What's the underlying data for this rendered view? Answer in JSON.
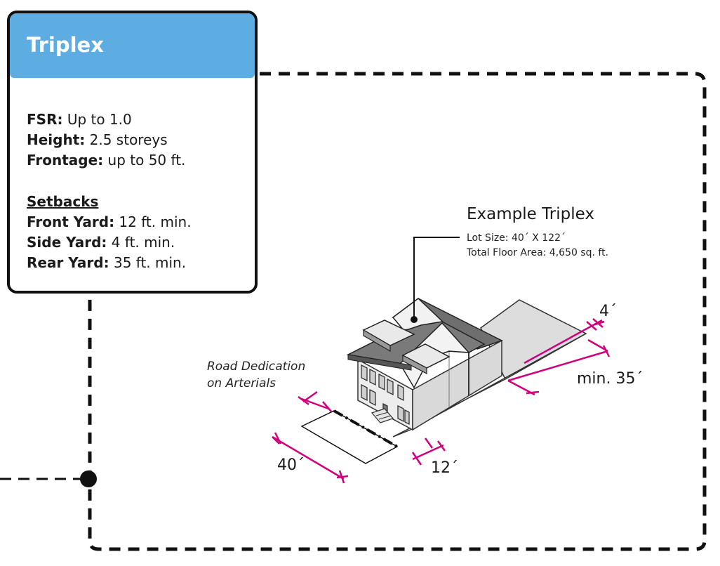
{
  "card": {
    "title": "Triplex",
    "stats": [
      {
        "label": "FSR:",
        "value": " Up to 1.0"
      },
      {
        "label": "Height:",
        "value": " 2.5 storeys"
      },
      {
        "label": "Frontage:",
        "value": " up to 50 ft."
      }
    ],
    "setbacks_heading": "Setbacks",
    "setbacks": [
      {
        "label": "Front Yard:",
        "value": " 12 ft. min."
      },
      {
        "label": "Side Yard:",
        "value": " 4 ft. min."
      },
      {
        "label": "Rear Yard:",
        "value": " 35 ft. min."
      }
    ]
  },
  "diagram": {
    "title": "Example Triplex",
    "lot_size": "Lot Size: 40´ X 122´",
    "floor_area": "Total Floor Area: 4,650 sq. ft.",
    "road_dedication_line1": "Road Dedication",
    "road_dedication_line2": "on Arterials",
    "dim_side": "4´",
    "dim_rear": "min. 35´",
    "dim_width": "40´",
    "dim_front": "12´"
  },
  "colors": {
    "header": "#5dade2",
    "dimension": "#d1007f",
    "border": "#111111"
  }
}
